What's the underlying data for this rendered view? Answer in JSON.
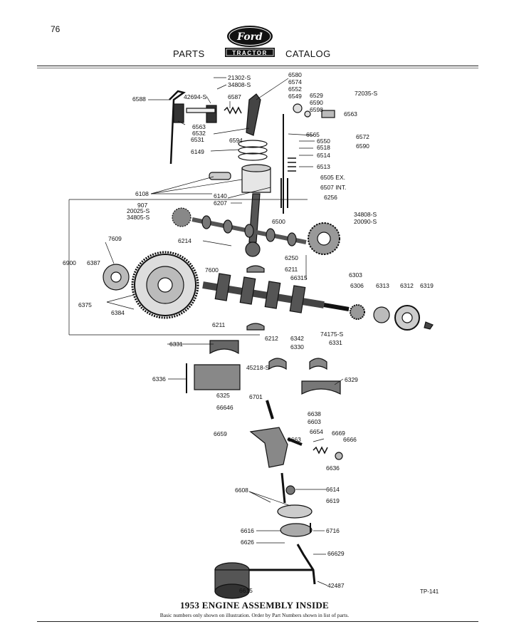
{
  "page_number": "76",
  "header": {
    "left": "PARTS",
    "brand": "Ford",
    "badge": "TRACTOR",
    "right": "CATALOG"
  },
  "callouts": [
    "21302-S",
    "34808-S",
    "6580",
    "6574",
    "6552",
    "6549",
    "6529",
    "72035-S",
    "6588",
    "42694-S",
    "6587",
    "6590",
    "6598",
    "6563",
    "6563",
    "6532",
    "6531",
    "6594",
    "6565",
    "6572",
    "6550",
    "6518",
    "6590",
    "6149",
    "6514",
    "6513",
    "6505 EX.",
    "6507 INT.",
    "6108",
    "6140",
    "6207",
    "6256",
    "907",
    "20025-S",
    "34805-S",
    "34808-S",
    "20090-S",
    "6500",
    "7609",
    "6214",
    "6250",
    "6900",
    "6387",
    "7600",
    "6211",
    "66315",
    "6303",
    "6306",
    "6313",
    "6312",
    "6319",
    "6375",
    "6384",
    "6211",
    "74175-S",
    "6212",
    "6342",
    "6331",
    "6330",
    "6331",
    "45218-S",
    "6336",
    "6329",
    "6325",
    "6701",
    "66646",
    "6638",
    "6603",
    "6659",
    "6654",
    "6669",
    "6663",
    "6666",
    "6636",
    "6608",
    "6614",
    "6619",
    "6616",
    "6716",
    "6626",
    "66629",
    "6615",
    "42487"
  ],
  "caption": {
    "title": "1953 ENGINE ASSEMBLY INSIDE",
    "subtitle": "Basic numbers only shown on illustration. Order by Part Numbers shown in list of parts."
  },
  "plate": "TP-141"
}
